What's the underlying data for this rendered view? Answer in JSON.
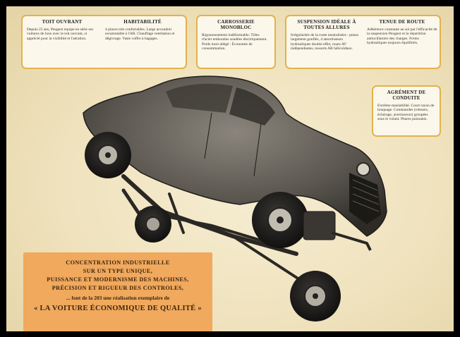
{
  "boxes": {
    "toit": {
      "title": "TOIT OUVRANT",
      "text": "Depuis 25 ans, Peugeot équipe en série ses voitures de luxe avec le toit ouvrant, si apprécié pour la visibilité et l'aération."
    },
    "habitabilite": {
      "title": "HABITABILITÉ",
      "text": "4 places très confortables. Large accoudoir escamotable à l'AR. Chauffage ventilation et dégivrage. Vaste coffre à bagages."
    },
    "carrosserie": {
      "title": "CARROSSERIE MONOBLOC",
      "text": "Rigoureusement indéformable. Tôles d'acier embouties soudées électriquement. Poids mort allégé : Économie de consommation."
    },
    "suspension": {
      "title": "SUSPENSION IDÉALE À TOUTES ALLURES",
      "text": "Irrégularités de la route neutralisées : pneus largement gonflés, 4 amortisseurs hydrauliques double effet, roues AV indépendantes, ressorts AR hélicoïdaux."
    },
    "tenue": {
      "title": "TENUE DE ROUTE",
      "text": "Adhérence constante au sol par l'efficacité de la suspension Peugeot et la répartition antiocillatoire des charges. Freins hydrauliques toujours équilibrés."
    },
    "agrement": {
      "title": "AGRÉMENT DE CONDUITE",
      "text": "Extrême maniabilité. Court rayon de braquage. Commandes (vitesses, éclairage, avertisseurs) groupées sous le volant. Phares puissants."
    }
  },
  "slogan": {
    "line1": "CONCENTRATION INDUSTRIELLE",
    "line2": "SUR UN TYPE UNIQUE,",
    "line3": "PUISSANCE ET MODERNISME DES MACHINES,",
    "line4": "PRÉCISION ET RIGUEUR DES CONTROLES,",
    "line5": "... font de la 203 une réalisation exemplaire de",
    "tagline": "« LA VOITURE ÉCONOMIQUE DE QUALITÉ »"
  },
  "colors": {
    "frame": "#000000",
    "paper": "#f3e8c8",
    "box_border": "#e3b24d",
    "slogan_bg": "#f0a95d"
  }
}
